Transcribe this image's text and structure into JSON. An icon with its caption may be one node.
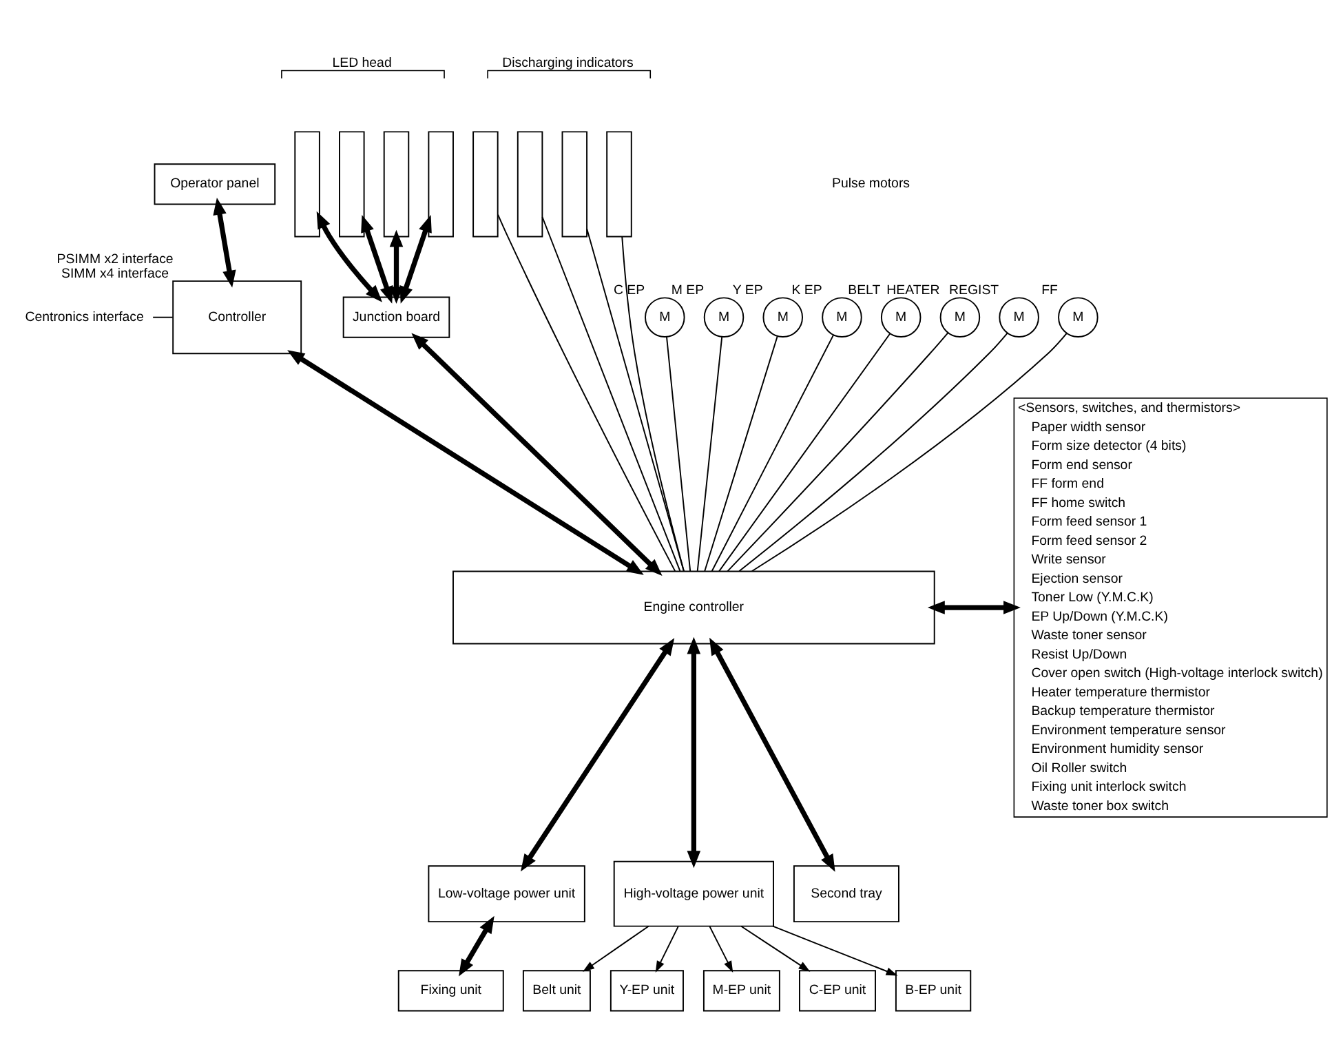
{
  "diagram": {
    "nodes": [
      {
        "text": [
          "Operator panel"
        ]
      },
      {
        "text": [],
        "shape": "bar"
      },
      {
        "text": [],
        "shape": "bar"
      },
      {
        "text": [],
        "shape": "bar"
      },
      {
        "text": [],
        "shape": "bar"
      },
      {
        "text": [],
        "shape": "bar"
      },
      {
        "text": [],
        "shape": "bar"
      },
      {
        "text": [],
        "shape": "bar"
      },
      {
        "text": [],
        "shape": "bar"
      },
      {
        "text": [
          "Centronics interface"
        ]
      },
      {
        "text": [
          "Controller"
        ],
        "beside": [
          "PSIMM x2 interface",
          "SIMM x4 interface"
        ]
      },
      {
        "text": [
          "Junction board"
        ]
      },
      {
        "text": [
          "M"
        ],
        "beside": [
          "C EP"
        ]
      },
      {
        "text": [
          "M"
        ],
        "beside": [
          "M EP"
        ]
      },
      {
        "text": [
          "M"
        ],
        "beside": [
          "Y EP"
        ]
      },
      {
        "text": [
          "M"
        ],
        "beside": [
          "K EP"
        ]
      },
      {
        "text": [
          "M"
        ],
        "beside": [
          "BELT"
        ]
      },
      {
        "text": [
          "M"
        ],
        "beside": [
          "HEATER"
        ]
      },
      {
        "text": [
          "M"
        ],
        "beside": [
          "REGIST"
        ]
      },
      {
        "text": [
          "M"
        ],
        "beside": [
          "FF"
        ]
      },
      {
        "text": [
          "Engine controller"
        ]
      },
      {
        "text": [
          "<Sensors, switches, and thermistors>",
          "Paper width sensor",
          "Form size detector (4 bits)",
          "Form end sensor",
          "FF form end",
          "FF home switch",
          "Form feed sensor 1",
          "Form feed sensor 2",
          "Write sensor",
          "Ejection sensor",
          "Toner Low (Y.M.C.K)",
          "EP Up/Down (Y.M.C.K)",
          "Waste toner sensor",
          "Resist Up/Down",
          "Cover open switch (High-voltage interlock switch)",
          "Heater temperature thermistor",
          "Backup temperature thermistor",
          "Environment temperature sensor",
          "Environment humidity sensor",
          "Oil Roller switch",
          "Fixing unit interlock switch",
          "Waste toner box switch"
        ]
      },
      {
        "text": [
          "Low-voltage power unit"
        ]
      },
      {
        "text": [
          "High-voltage power unit"
        ]
      },
      {
        "text": [
          "Second tray"
        ]
      },
      {
        "text": [
          "Fixing unit"
        ]
      },
      {
        "text": [
          "Belt unit"
        ]
      },
      {
        "text": [
          "Y-EP unit"
        ]
      },
      {
        "text": [
          "M-EP unit"
        ]
      },
      {
        "text": [
          "C-EP unit"
        ]
      },
      {
        "text": [
          "B-EP unit"
        ]
      }
    ],
    "edges": [
      {
        "from": 0,
        "to": 10,
        "arrow": "both",
        "style": "thick"
      },
      {
        "from": 9,
        "to": 10,
        "arrow": "none"
      },
      {
        "from": 1,
        "to": 11,
        "arrow": "both",
        "style": "thick"
      },
      {
        "from": 2,
        "to": 11,
        "arrow": "both",
        "style": "thick"
      },
      {
        "from": 3,
        "to": 11,
        "arrow": "both",
        "style": "thick"
      },
      {
        "from": 4,
        "to": 11,
        "arrow": "both",
        "style": "thick"
      },
      {
        "from": 10,
        "to": 20,
        "arrow": "both",
        "style": "thick"
      },
      {
        "from": 11,
        "to": 20,
        "arrow": "both",
        "style": "thick"
      },
      {
        "from": 5,
        "to": 20,
        "arrow": "none"
      },
      {
        "from": 6,
        "to": 20,
        "arrow": "none"
      },
      {
        "from": 7,
        "to": 20,
        "arrow": "none"
      },
      {
        "from": 8,
        "to": 20,
        "arrow": "none"
      },
      {
        "from": 12,
        "to": 20,
        "arrow": "none"
      },
      {
        "from": 13,
        "to": 20,
        "arrow": "none"
      },
      {
        "from": 14,
        "to": 20,
        "arrow": "none"
      },
      {
        "from": 15,
        "to": 20,
        "arrow": "none"
      },
      {
        "from": 16,
        "to": 20,
        "arrow": "none"
      },
      {
        "from": 17,
        "to": 20,
        "arrow": "none"
      },
      {
        "from": 18,
        "to": 20,
        "arrow": "none"
      },
      {
        "from": 19,
        "to": 20,
        "arrow": "none"
      },
      {
        "from": 20,
        "to": 21,
        "arrow": "both",
        "style": "thick"
      },
      {
        "from": 20,
        "to": 22,
        "arrow": "both",
        "style": "thick"
      },
      {
        "from": 22,
        "to": 25,
        "arrow": "both",
        "style": "thick"
      },
      {
        "from": 20,
        "to": 23,
        "arrow": "both",
        "style": "thick"
      },
      {
        "from": 20,
        "to": 24,
        "arrow": "both",
        "style": "thick"
      },
      {
        "from": 23,
        "to": 26,
        "arrow": "to"
      },
      {
        "from": 23,
        "to": 27,
        "arrow": "to"
      },
      {
        "from": 23,
        "to": 28,
        "arrow": "to"
      },
      {
        "from": 23,
        "to": 29,
        "arrow": "to"
      },
      {
        "from": 23,
        "to": 30,
        "arrow": "to"
      }
    ],
    "labels": [
      "LED head",
      "Discharging indicators",
      "Pulse motors"
    ]
  }
}
